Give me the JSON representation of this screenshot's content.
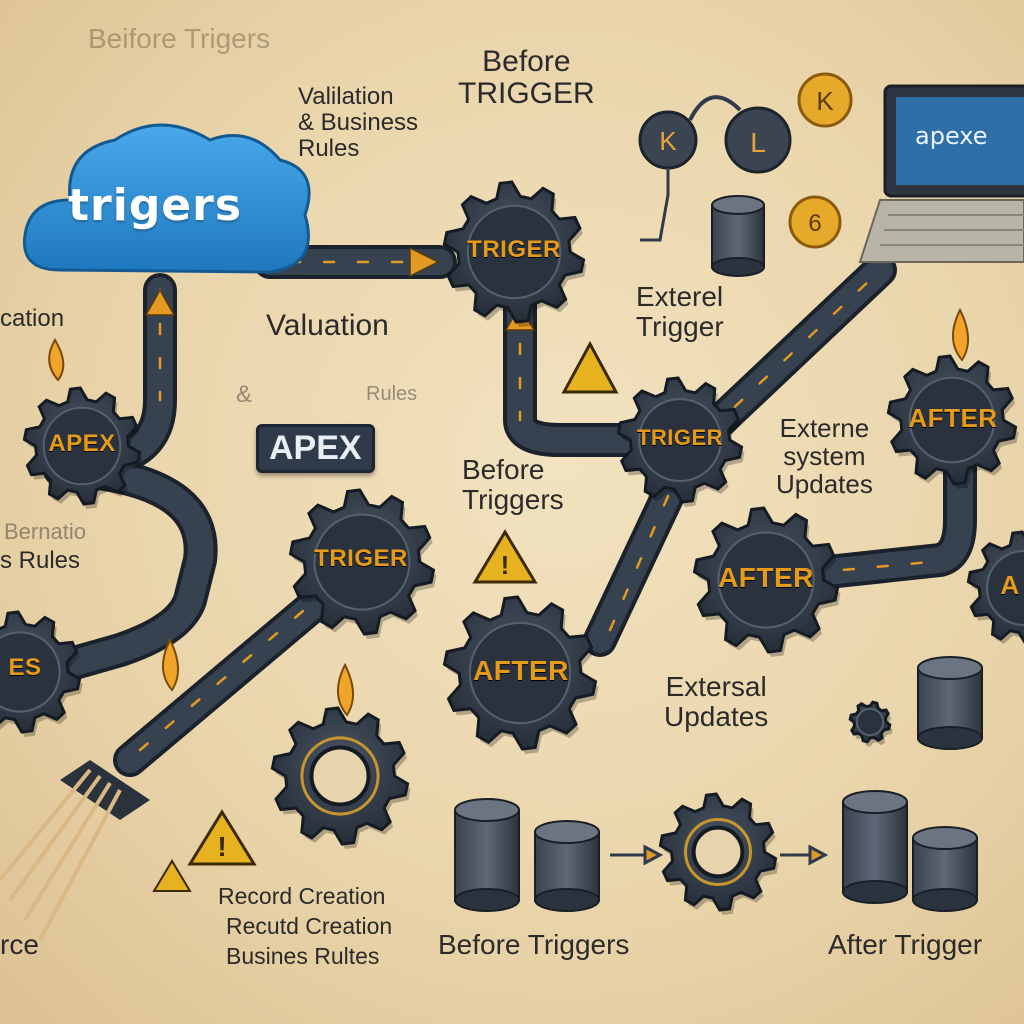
{
  "colors": {
    "background": "#ead7b0",
    "pipe": "#2f3a4a",
    "gear": "#343e4c",
    "gear_text": "#e59a1a",
    "cloud": "#2a8fd4",
    "warning": "#e7b21f"
  },
  "cloud": {
    "label": "trigers"
  },
  "labels": {
    "before_triggers_faded": "Beifore Trigers",
    "validation_business_rules": "Valilation\n& Business\nRules",
    "before_trigger_top": "Before\nTRIGGER",
    "cation": "cation",
    "valuation": "Valuation",
    "faded_amp": "&",
    "faded_rules": "Rules",
    "apex_box": "APEX",
    "before_triggers_mid": "Before\nTriggers",
    "exterel_trigger": "Exterel\nTrigger",
    "external_system_updates": "Externe\nsystem\nUpdates",
    "external_updates": "Extersal\nUpdates",
    "bernatio": "Bernatio",
    "business_rules_left": "s Rules",
    "record_creation_1": "Record Creation",
    "record_creation_2": "Recutd Creation",
    "business_rules_bottom": "Busines Rultes",
    "rce": "rce",
    "before_triggers_bottom": "Before Triggers",
    "after_trigger_bottom": "After Trigger",
    "laptop_screen": "apexe"
  },
  "gears": {
    "apex_left": "APEX",
    "triger_top": "TRIGER",
    "triger_mid": "TRIGER",
    "triger_center": "TRIGER",
    "after_right_top": "AFTER",
    "after_right_mid": "AFTER",
    "after_center": "AFTER",
    "es_left": "ES",
    "a_edge": "A"
  },
  "icons": {
    "cloud": "cloud-icon",
    "gear": "gear-icon",
    "database": "database-icon",
    "warning": "warning-icon",
    "flame": "flame-icon",
    "laptop": "laptop-icon",
    "coin": "coin-icon",
    "arrow": "arrow-icon"
  }
}
